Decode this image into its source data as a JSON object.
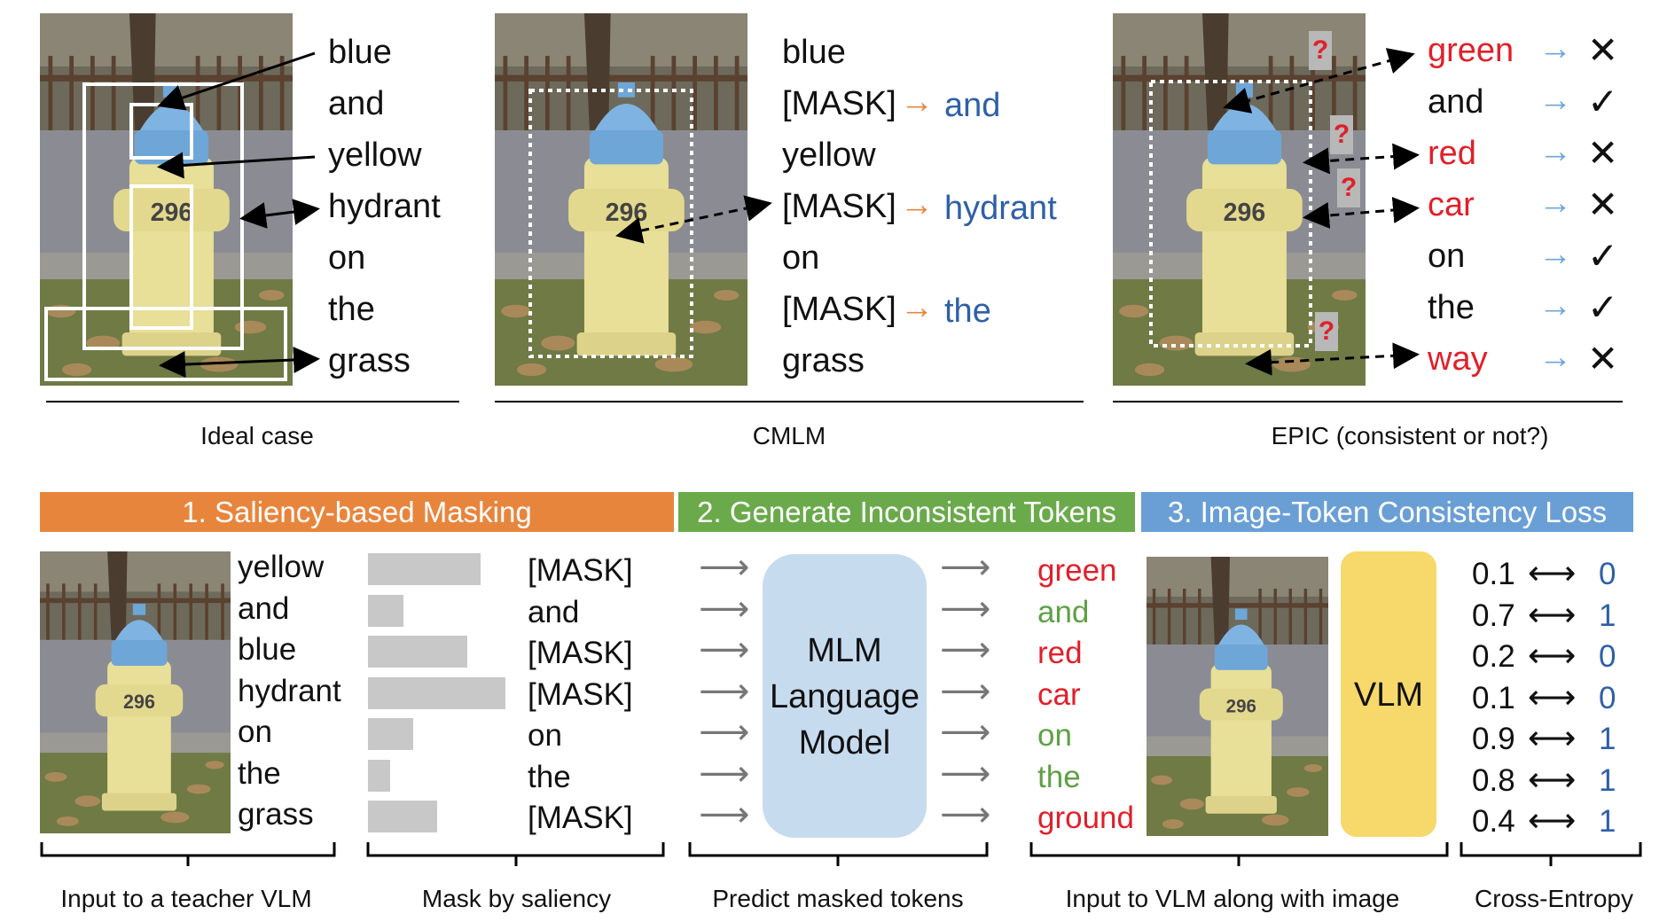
{
  "colors": {
    "orange": "#e8853d",
    "green": "#6aaa4b",
    "blue_banner": "#6a9fd6",
    "blue_text": "#2f5fa8",
    "red_text": "#e0202a",
    "green_text": "#5fa044",
    "light_blue_arrow": "#6ea6dc",
    "mlm_box": "#c7dbef",
    "vlm_box": "#f7d86a",
    "bar": "#c8c8c8"
  },
  "top": {
    "ideal": {
      "words": [
        "blue",
        "and",
        "yellow",
        "hydrant",
        "on",
        "the",
        "grass"
      ],
      "caption": "Ideal case"
    },
    "cmlm": {
      "rows": [
        {
          "word": "blue",
          "pred": ""
        },
        {
          "word": "[MASK]",
          "pred": "and"
        },
        {
          "word": "yellow",
          "pred": ""
        },
        {
          "word": "[MASK]",
          "pred": "hydrant"
        },
        {
          "word": "on",
          "pred": ""
        },
        {
          "word": "[MASK]",
          "pred": "the"
        },
        {
          "word": "grass",
          "pred": ""
        }
      ],
      "caption": "CMLM"
    },
    "epic": {
      "rows": [
        {
          "word": "green",
          "consistent": false
        },
        {
          "word": "and",
          "consistent": true
        },
        {
          "word": "red",
          "consistent": false
        },
        {
          "word": "car",
          "consistent": false
        },
        {
          "word": "on",
          "consistent": true
        },
        {
          "word": "the",
          "consistent": true
        },
        {
          "word": "way",
          "consistent": false
        }
      ],
      "question_mark": "?",
      "check_symbol": "✓",
      "cross_symbol": "✕",
      "caption": "EPIC (consistent or not?)"
    }
  },
  "bottom": {
    "banners": {
      "step1": "1. Saliency-based Masking",
      "step2": "2. Generate Inconsistent Tokens",
      "step3": "3. Image-Token Consistency Loss"
    },
    "input_words": [
      "yellow",
      "and",
      "blue",
      "hydrant",
      "on",
      "the",
      "grass"
    ],
    "saliency": [
      0.82,
      0.26,
      0.72,
      1.0,
      0.33,
      0.16,
      0.5
    ],
    "masked_words": [
      "[MASK]",
      "and",
      "[MASK]",
      "[MASK]",
      "on",
      "the",
      "[MASK]"
    ],
    "mlm_label": [
      "MLM",
      "Language",
      "Model"
    ],
    "generated": [
      {
        "word": "green",
        "replaced": true
      },
      {
        "word": "and",
        "replaced": false
      },
      {
        "word": "red",
        "replaced": true
      },
      {
        "word": "car",
        "replaced": true
      },
      {
        "word": "on",
        "replaced": false
      },
      {
        "word": "the",
        "replaced": false
      },
      {
        "word": "ground",
        "replaced": true
      }
    ],
    "vlm_label": "VLM",
    "scores": [
      {
        "pred": "0.1",
        "target": "0"
      },
      {
        "pred": "0.7",
        "target": "1"
      },
      {
        "pred": "0.2",
        "target": "0"
      },
      {
        "pred": "0.1",
        "target": "0"
      },
      {
        "pred": "0.9",
        "target": "1"
      },
      {
        "pred": "0.8",
        "target": "1"
      },
      {
        "pred": "0.4",
        "target": "1"
      }
    ],
    "bidir_arrow": "⟷",
    "captions": {
      "c1": "Input to a teacher VLM",
      "c2": "Mask by saliency",
      "c3": "Predict masked tokens",
      "c4": "Input to VLM along with image",
      "c5": "Cross-Entropy"
    }
  }
}
